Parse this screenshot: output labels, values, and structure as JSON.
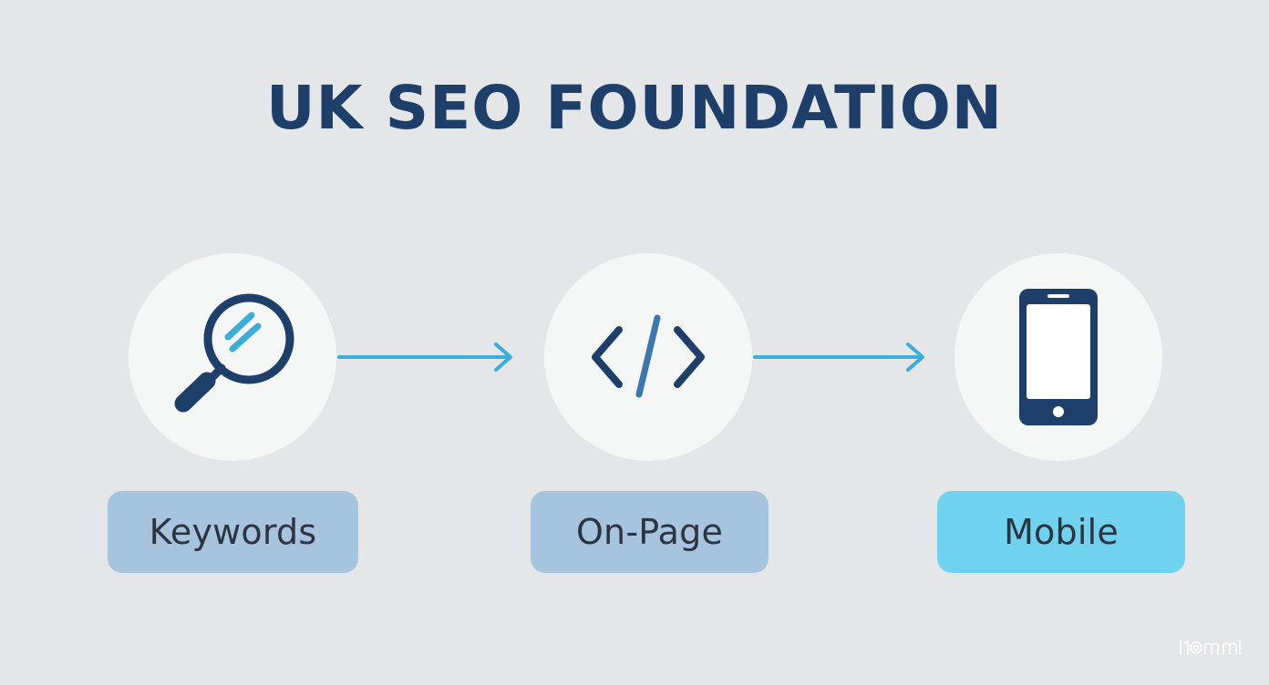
{
  "title": "UK SEO FOUNDATION",
  "colors": {
    "background": "#e5e6e7",
    "circle": "#f5f6f6",
    "icon_dark": "#1f3f6b",
    "icon_accent": "#3aaed8",
    "arrow": "#3aaed8",
    "label_muted": "#a7c4de",
    "label_active": "#70d2ef",
    "label_text": "#2b3440"
  },
  "steps": [
    {
      "label": "Keywords",
      "icon": "magnifying-glass-icon",
      "active": false
    },
    {
      "label": "On-Page",
      "icon": "code-brackets-icon",
      "active": false
    },
    {
      "label": "Mobile",
      "icon": "smartphone-icon",
      "active": true
    }
  ],
  "connectors": [
    "arrow-right-icon",
    "arrow-right-icon"
  ],
  "watermark_icon": "logo-watermark"
}
